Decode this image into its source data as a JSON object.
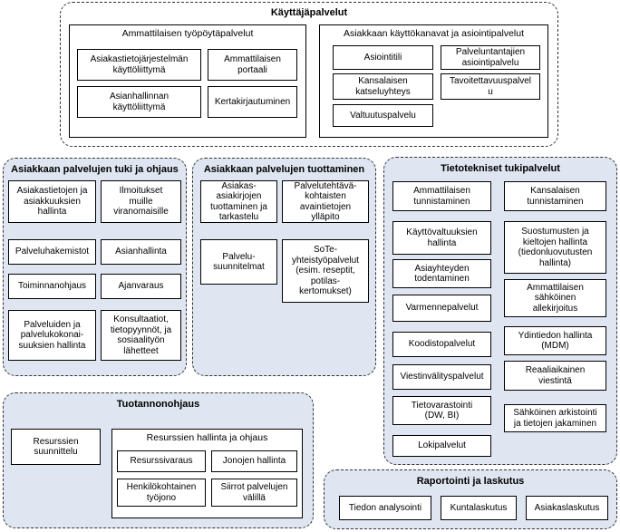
{
  "kayttajapalvelut": {
    "title": "Käyttäjäpalvelut",
    "ammattilaisen": {
      "title": "Ammattilaisen työpöytäpalvelut",
      "items": [
        "Asiakastietojärjestelmän\nkäyttöliittymä",
        "Ammattilaisen\nportaali",
        "Asianhallinnan\nkäyttöliittymä",
        "Kertakirjautuminen"
      ]
    },
    "asiakkaan": {
      "title": "Asiakkaan käyttökanavat ja asiointipalvelut",
      "items": [
        "Asiointitili",
        "Palveluntantajien\nasiointipalvelu",
        "Kansalaisen\nkatseluyhteys",
        "Tavoitettavuuspalvel\nu",
        "Valtuutuspalvelu"
      ]
    }
  },
  "tuki": {
    "title": "Asiakkaan palvelujen tuki ja ohjaus",
    "items": [
      "Asiakastietojen ja\nasiakkuuksien\nhallinta",
      "Ilmoitukset\nmuille\nviranomaisille",
      "Palveluhakemistot",
      "Asianhallinta",
      "Toiminnanohjaus",
      "Ajanvaraus",
      "Palveluiden ja\npalvelukokonai-\nsuuksien hallinta",
      "Konsultaatiot,\ntietopyynnöt, ja\nsosiaalityön\nlähetteet"
    ]
  },
  "tuottaminen": {
    "title": "Asiakkaan palvelujen tuottaminen",
    "items": [
      "Asiakas-\nasiakirjojen\ntuottaminen ja\ntarkastelu",
      "Palvelutehtävä-\nkohtaisten\navaintietojen\nylläpito",
      "Palvelu-\nsuunnitelmat",
      "SoTe-\nyhteistyöpalvelut\n(esim. reseptit,\npotilas-\nkertomukset)"
    ]
  },
  "tietotekniset": {
    "title": "Tietotekniset tukipalvelut",
    "items": [
      "Ammattilaisen\ntunnistaminen",
      "Kansalaisen\ntunnistaminen",
      "Käyttövaltuuksien\nhallinta",
      "Suostumusten ja\nkieltojen hallinta\n(tiedonluovutusten\nhallinta)",
      "Asiayhteyden\ntodentaminen",
      "Varmennepalvelut",
      "Ammattilaisen\nsähköinen\nallekirjoitus",
      "Koodistopalvelut",
      "Ydintiedon hallinta\n(MDM)",
      "Viestinvälityspalvelut",
      "Reaaliaikainen\nviestintä",
      "Tietovarastointi\n(DW, BI)",
      "Sähköinen arkistointi\nja tietojen jakaminen",
      "Lokipalvelut"
    ]
  },
  "tuotannonohjaus": {
    "title": "Tuotannonohjaus",
    "resurssien_suunnittelu": "Resurssien\nsuunnittelu",
    "hallinta": {
      "title": "Resurssien hallinta ja ohjaus",
      "items": [
        "Resurssivaraus",
        "Jonojen hallinta",
        "Henkilökohtainen\ntyöjono",
        "Siirrot palvelujen\nvälillä"
      ]
    }
  },
  "raportointi": {
    "title": "Raportointi ja laskutus",
    "items": [
      "Tiedon analysointi",
      "Kuntalaskutus",
      "Asiakaslaskutus"
    ]
  }
}
